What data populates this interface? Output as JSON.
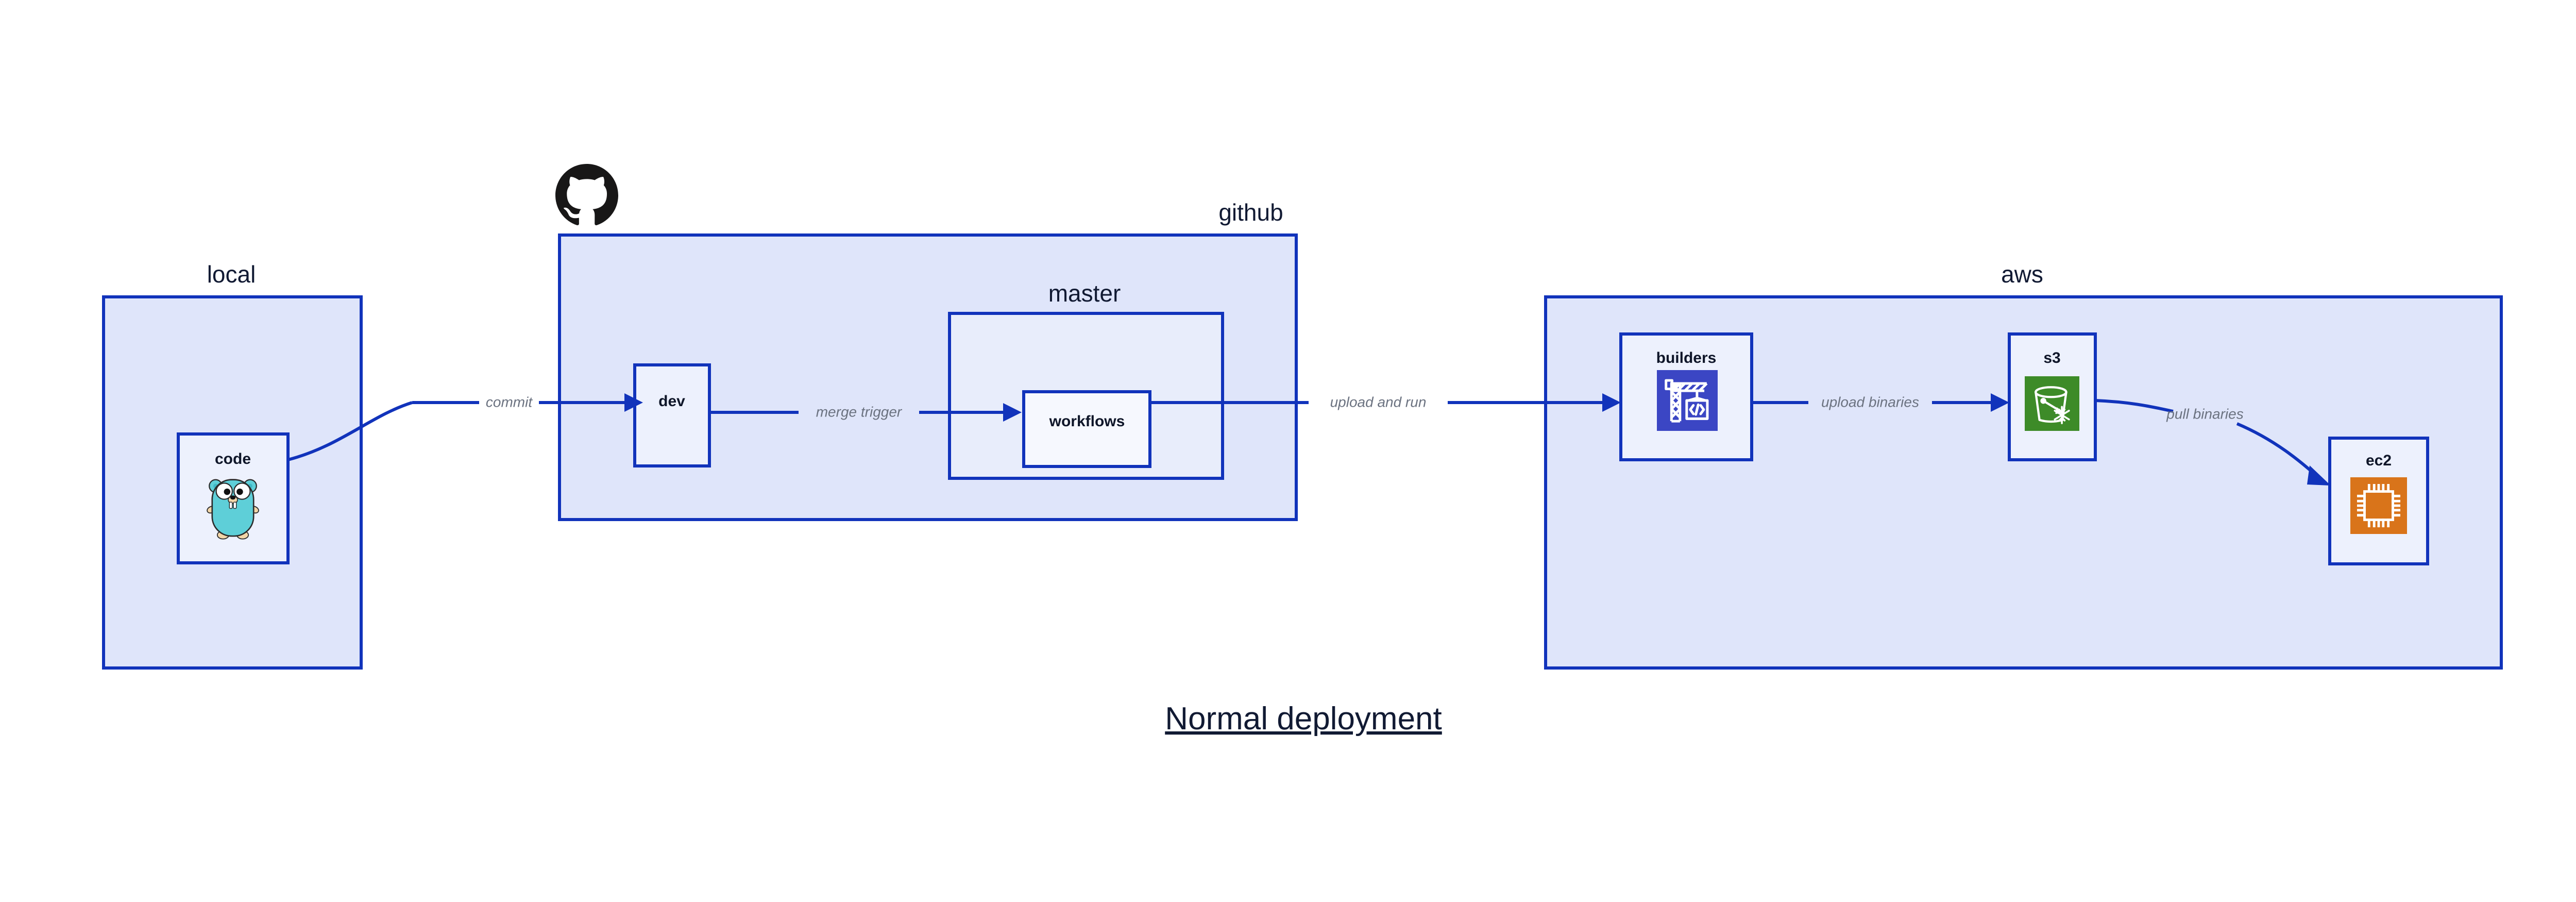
{
  "title": "Normal deployment",
  "groups": [
    {
      "id": "local",
      "label": "local"
    },
    {
      "id": "github",
      "label": "github"
    },
    {
      "id": "master",
      "label": "master"
    },
    {
      "id": "aws",
      "label": "aws"
    }
  ],
  "nodes": [
    {
      "id": "code",
      "label": "code",
      "icon": "go-gopher-icon",
      "group": "local"
    },
    {
      "id": "dev",
      "label": "dev",
      "icon": null,
      "group": "github"
    },
    {
      "id": "workflows",
      "label": "workflows",
      "icon": null,
      "group": "master"
    },
    {
      "id": "builders",
      "label": "builders",
      "icon": "aws-builders-crane-icon",
      "group": "aws"
    },
    {
      "id": "s3",
      "label": "s3",
      "icon": "aws-s3-bucket-icon",
      "group": "aws"
    },
    {
      "id": "ec2",
      "label": "ec2",
      "icon": "aws-ec2-chip-icon",
      "group": "aws"
    }
  ],
  "edges": [
    {
      "from": "code",
      "to": "dev",
      "label": "commit"
    },
    {
      "from": "dev",
      "to": "workflows",
      "label": "merge trigger"
    },
    {
      "from": "workflows",
      "to": "builders",
      "label": "upload and run"
    },
    {
      "from": "builders",
      "to": "s3",
      "label": "upload binaries"
    },
    {
      "from": "s3",
      "to": "ec2",
      "label": "pull binaries"
    }
  ],
  "icons": {
    "github_logo": "github-octocat-icon"
  },
  "colors": {
    "group_fill": "#dfe5fa",
    "subgroup_fill": "#e8edfb",
    "node_fill": "#edf1fd",
    "node_fill_light": "#f6f8fe",
    "border": "#1133bb",
    "edge_label": "#6b7280",
    "text": "#111a33",
    "github_black": "#181717",
    "gopher_cyan": "#5ecfd8",
    "builders_indigo": "#3b46c4",
    "s3_green": "#3d8b28",
    "ec2_orange": "#d9741a"
  }
}
